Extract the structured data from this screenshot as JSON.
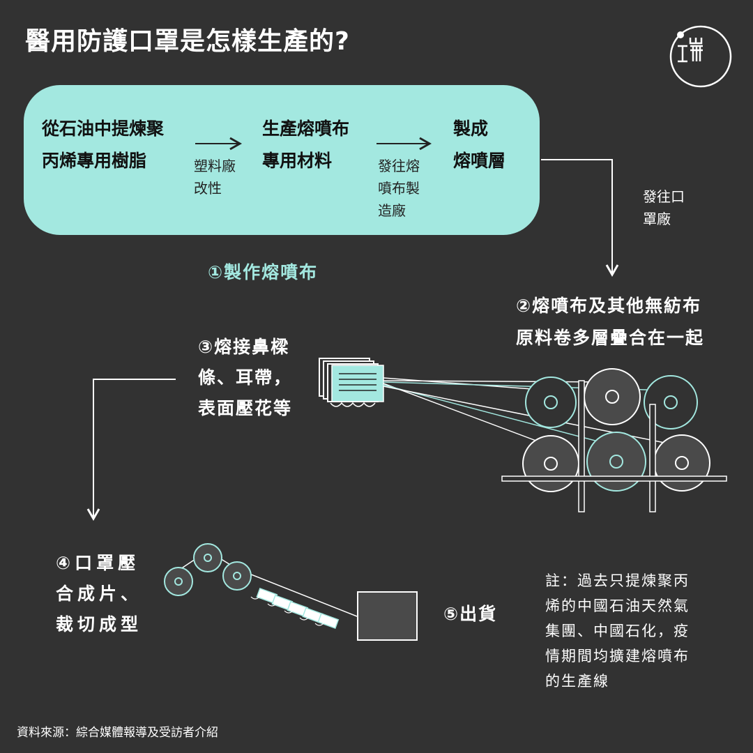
{
  "title": "醫用防護口罩是怎樣生產的?",
  "panel": {
    "stage_a": [
      "從石油中提煉聚",
      "丙烯專用樹脂"
    ],
    "arrow_a_note": [
      "塑料廠",
      "改性"
    ],
    "stage_b": [
      "生產熔噴布",
      "專用材料"
    ],
    "arrow_b_note": [
      "發往熔",
      "噴布製",
      "造廠"
    ],
    "stage_c": [
      "製成",
      "熔噴層"
    ]
  },
  "ship_note": [
    "發往口",
    "罩廠"
  ],
  "steps": {
    "s1": "①製作熔噴布",
    "s2": [
      "②熔噴布及其他無紡布",
      "原料卷多層疊合在一起"
    ],
    "s3": [
      "③熔接鼻樑",
      "條、耳帶，",
      "表面壓花等"
    ],
    "s4": [
      "④口罩壓",
      "合成片、",
      "裁切成型"
    ],
    "s5": "⑤出貨"
  },
  "note": [
    "註：過去只提煉聚丙",
    "烯的中國石油天然氣",
    "集團、中國石化，疫",
    "情期間均擴建熔噴布",
    "的生產線"
  ],
  "source": "資料來源：綜合媒體報導及受訪者介紹",
  "colors": {
    "background": "#323232",
    "accent": "#a3e8e0",
    "text": "#ffffff"
  },
  "icons": [
    "logo-icon",
    "arrow-right-icon",
    "arrow-down-icon",
    "fabric-roll-machine-icon",
    "mask-stack-icon",
    "press-roller-icon",
    "shipping-box-icon"
  ]
}
